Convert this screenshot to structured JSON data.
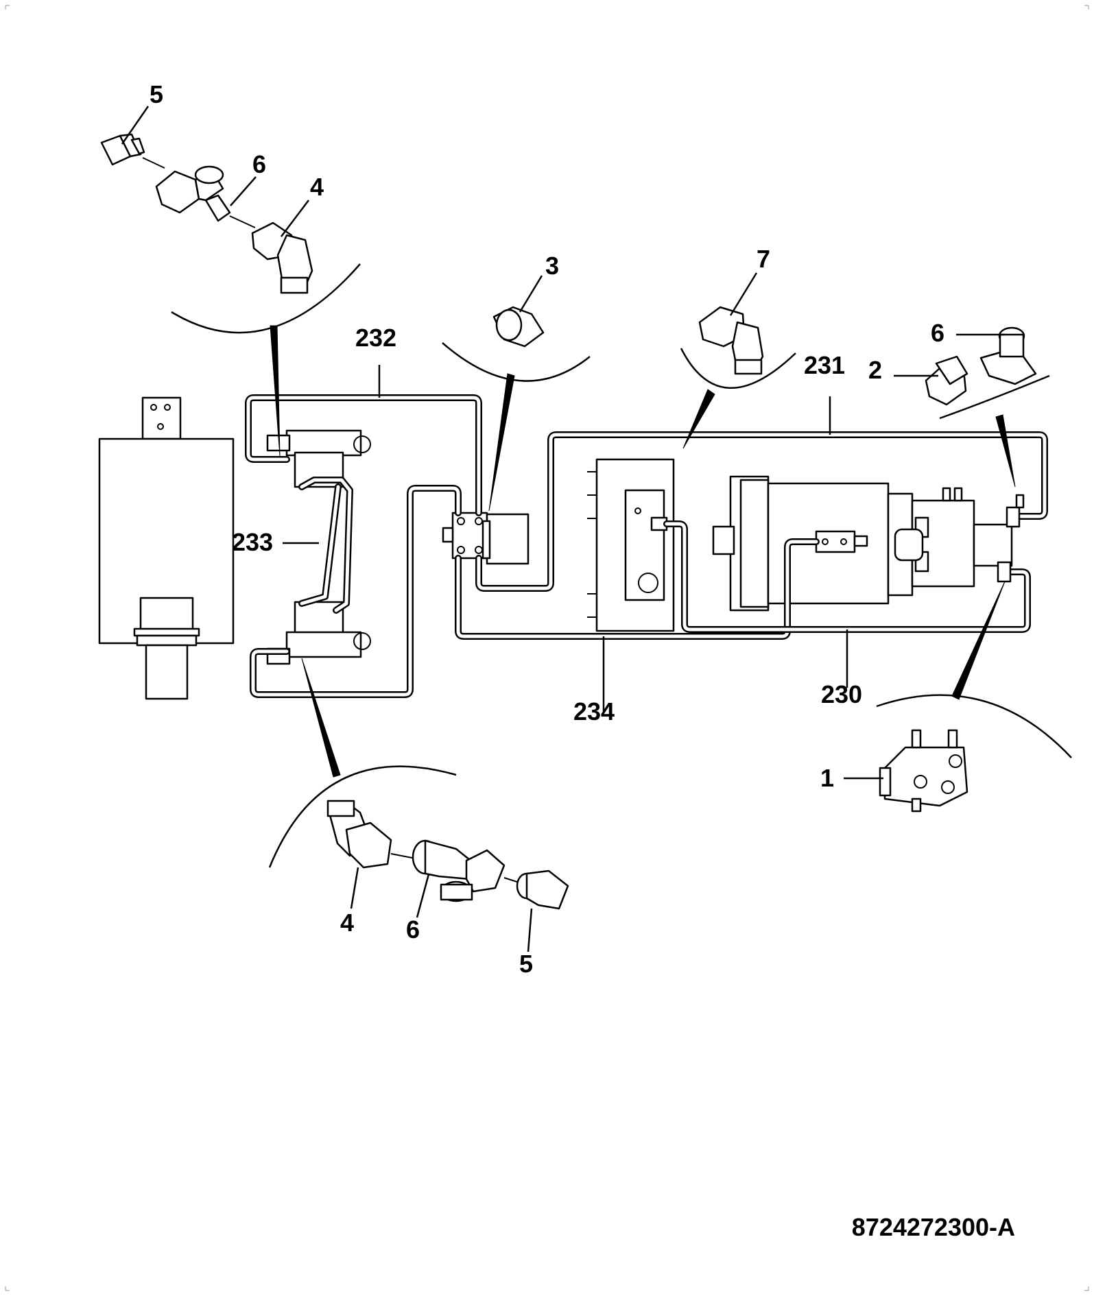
{
  "drawing_number": "8724272300-A",
  "callouts": {
    "c5_top": "5",
    "c6_top": "6",
    "c4_top": "4",
    "c3": "3",
    "c7": "7",
    "c6_right": "6",
    "c2": "2",
    "c232": "232",
    "c231": "231",
    "c233": "233",
    "c234": "234",
    "c230": "230",
    "c1": "1",
    "c4_bottom": "4",
    "c6_bottom": "6",
    "c5_bottom": "5"
  },
  "colors": {
    "line": "#000000",
    "background": "#ffffff"
  }
}
